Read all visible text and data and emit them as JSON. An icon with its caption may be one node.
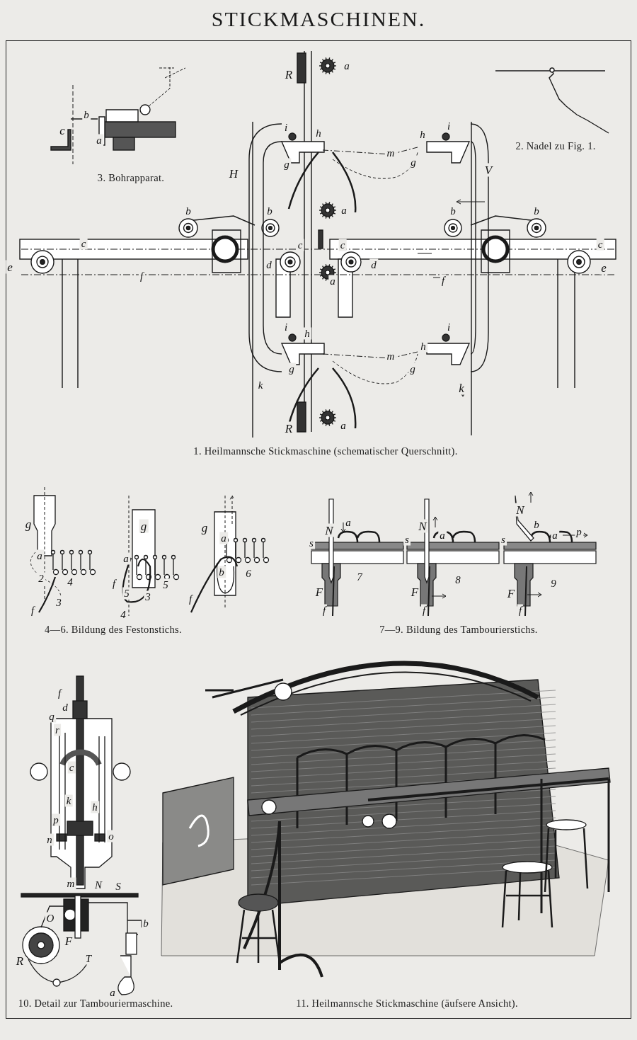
{
  "diagram": {
    "title": "STICKMASCHINEN.",
    "labels": [
      "b",
      "c",
      "a",
      "3. Bohrapparat.",
      "R",
      "a",
      "i",
      "h",
      "g",
      "H",
      "m",
      "h",
      "i",
      "g",
      "V",
      "2. Nadel zu Fig. 1.",
      "b",
      "b",
      "a",
      "b",
      "b",
      "e",
      "c",
      "c",
      "c",
      "c",
      "e",
      "d",
      "d",
      "f",
      "f",
      "a",
      "i",
      "h",
      "m",
      "h",
      "i",
      "g",
      "g",
      "k",
      "k",
      "R",
      "a",
      "1. Heilmannsche Stickmaschine (schematischer Querschnitt).",
      "g",
      "g",
      "g",
      "a",
      "a",
      "a",
      "2",
      "4",
      "3",
      "f",
      "f",
      "5",
      "5",
      "3",
      "4",
      "b",
      "6",
      "f",
      "4—6. Bildung des Festonstichs.",
      "N",
      "a",
      "s",
      "7",
      "F",
      "f",
      "N",
      "a",
      "s",
      "8",
      "F",
      "f",
      "N",
      "b",
      "a",
      "p",
      "s",
      "9",
      "F",
      "f",
      "7—9. Bildung des Tambourierstichs.",
      "f",
      "d",
      "q",
      "r",
      "c",
      "k",
      "h",
      "p",
      "o",
      "n",
      "m",
      "N",
      "S",
      "O",
      "b",
      "F",
      "R",
      "T",
      "a",
      "10. Detail zur Tambouriermaschine.",
      "11. Heilmannsche Stickmaschine (äufsere Ansicht)."
    ]
  }
}
